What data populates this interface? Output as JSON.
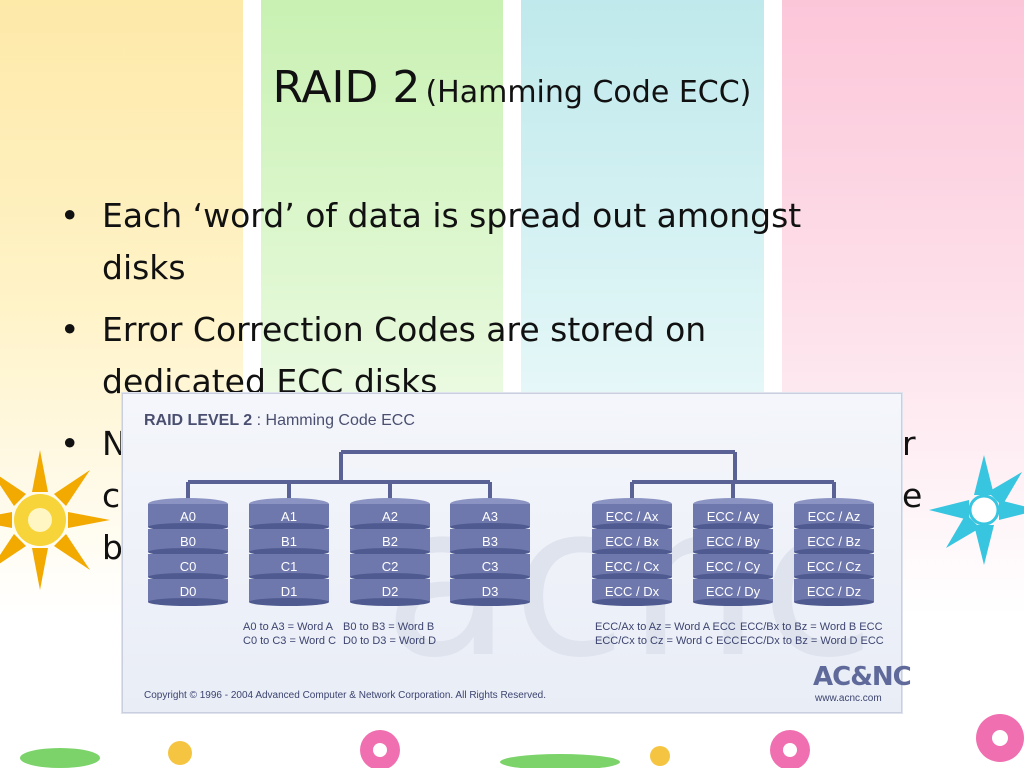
{
  "slide": {
    "title_main": "RAID 2",
    "title_sub": "(Hamming Code  ECC)",
    "bullets": [
      {
        "line1": "Each ‘word’ of data is spread out amongst",
        "line2": "disks"
      },
      {
        "line1": "Error Correction Codes are stored on",
        "line2": "dedicated ECC disks"
      },
      {
        "line1": "N",
        "line1_tail": "r",
        "line2": "c",
        "line2_tail": "e",
        "line3": "b"
      }
    ]
  },
  "diagram": {
    "title_bold": "RAID LEVEL 2",
    "title_rest": " : Hamming Code ECC",
    "data_disks": [
      {
        "blocks": [
          "A0",
          "B0",
          "C0",
          "D0"
        ]
      },
      {
        "blocks": [
          "A1",
          "B1",
          "C1",
          "D1"
        ]
      },
      {
        "blocks": [
          "A2",
          "B2",
          "C2",
          "D2"
        ]
      },
      {
        "blocks": [
          "A3",
          "B3",
          "C3",
          "D3"
        ]
      }
    ],
    "ecc_disks": [
      {
        "blocks": [
          "ECC / Ax",
          "ECC / Bx",
          "ECC / Cx",
          "ECC / Dx"
        ]
      },
      {
        "blocks": [
          "ECC / Ay",
          "ECC / By",
          "ECC / Cy",
          "ECC / Dy"
        ]
      },
      {
        "blocks": [
          "ECC / Az",
          "ECC / Bz",
          "ECC / Cz",
          "ECC / Dz"
        ]
      }
    ],
    "legend": [
      "A0 to A3 = Word A",
      "C0 to C3 = Word C",
      "B0 to B3 = Word B",
      "D0 to D3 = Word D",
      "ECC/Ax to Az = Word A ECC",
      "ECC/Cx to Cz = Word C ECC",
      "ECC/Bx to Bz = Word B ECC",
      "ECC/Dx to Bz = Word D ECC"
    ],
    "copyright": "Copyright © 1996 - 2004 Advanced Computer & Network Corporation. All Rights Reserved.",
    "logo": "AC&NC",
    "url": "www.acnc.com",
    "colors": {
      "disk": "#6f78ac",
      "disk_dark": "#4f5a90",
      "line": "#5a6194"
    }
  }
}
